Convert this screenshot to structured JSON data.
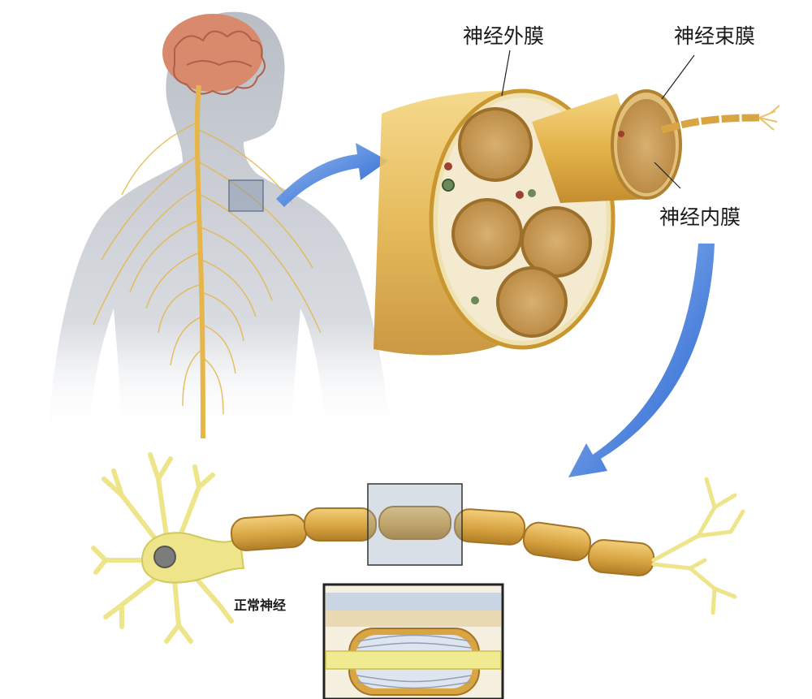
{
  "labels": {
    "epineurium": "神经外膜",
    "perineurium": "神经束膜",
    "endoneurium": "神经内膜",
    "normal_nerve": "正常神经"
  },
  "colors": {
    "nerve_gold": "#e8b84a",
    "nerve_dark": "#b8862a",
    "fascicle_tan": "#c9a060",
    "arrow_blue": "#2f6fd6",
    "body_gray": "#c8ccd2",
    "brain_pink": "#d98a6c",
    "dendrite_yellow": "#eee58a"
  },
  "icons": {
    "body": "human-torso-icon",
    "brain": "brain-icon",
    "spinal_cord": "spinal-cord-icon",
    "nerve_section": "nerve-cross-section-icon",
    "neuron": "neuron-icon"
  }
}
